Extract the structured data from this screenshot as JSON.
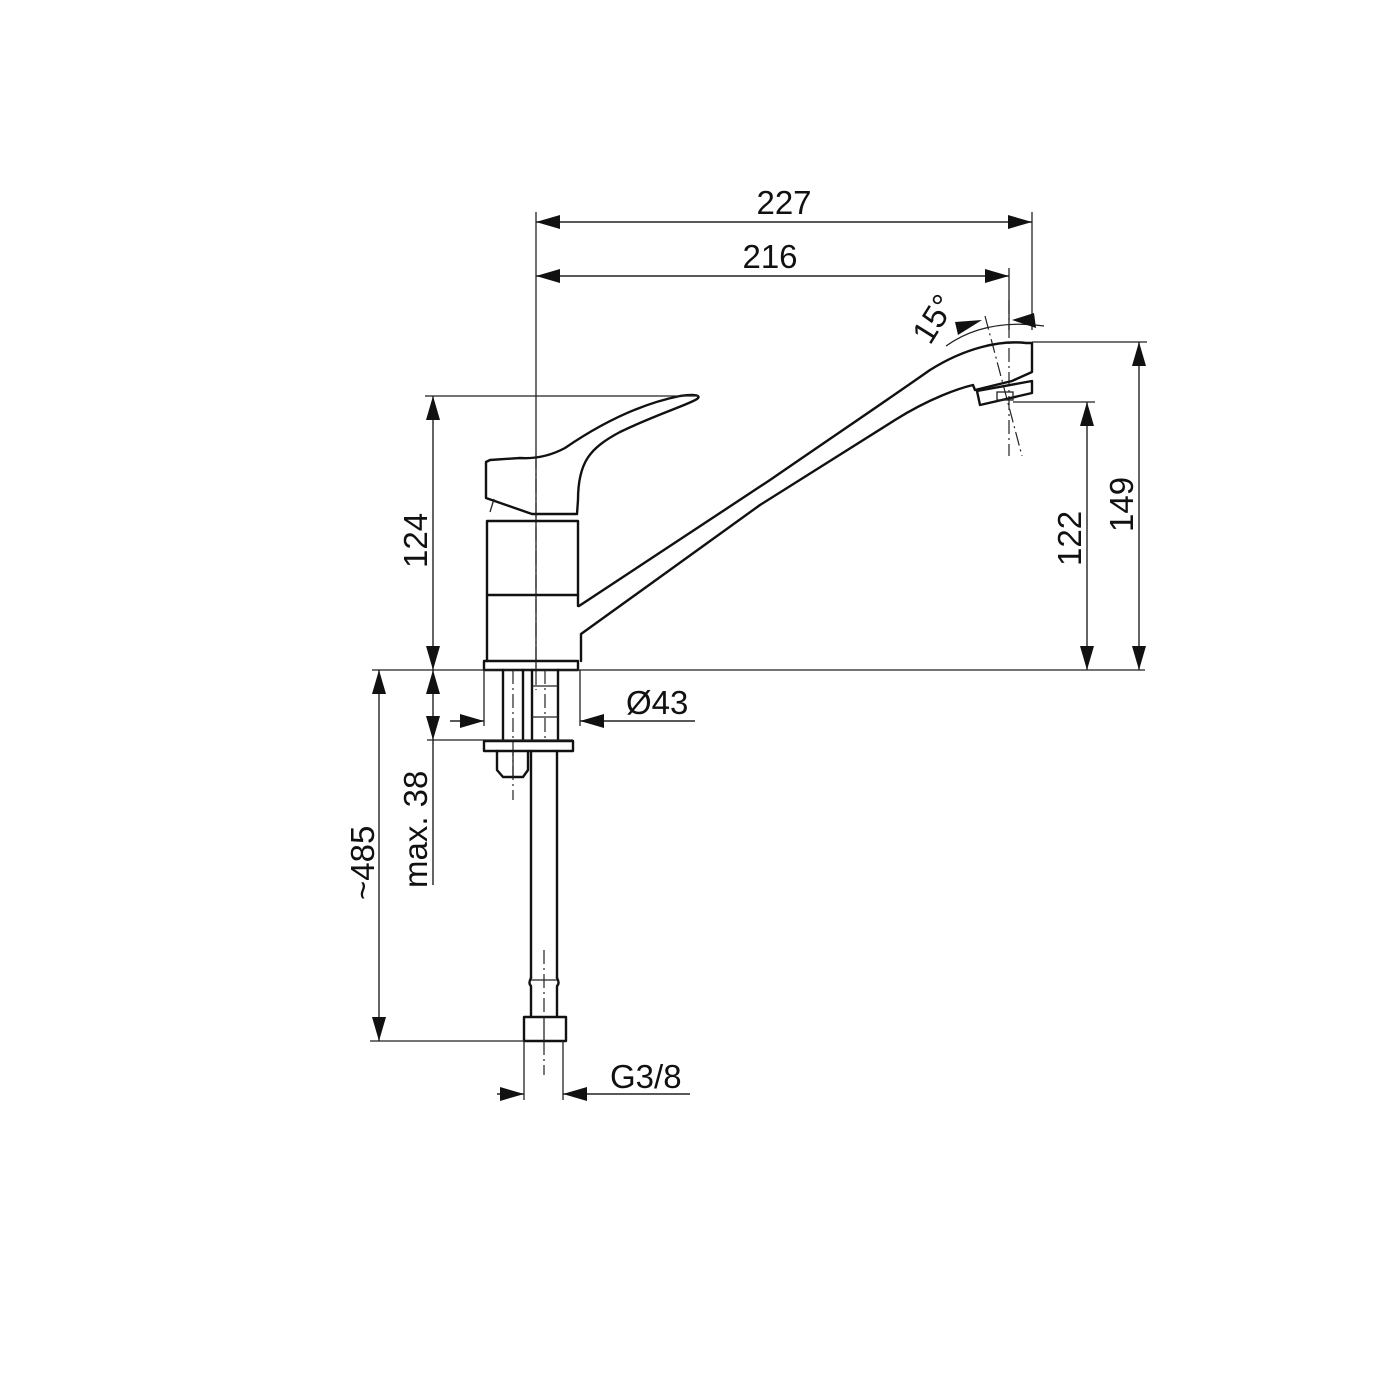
{
  "drawing": {
    "subject": "single-lever kitchen faucet technical drawing",
    "line_color": "#111111",
    "background": "#ffffff"
  },
  "dimensions": {
    "overall_reach": "227",
    "spout_reach": "216",
    "spout_angle": "15°",
    "body_height": "124",
    "outlet_height": "122",
    "overall_height": "149",
    "base_diameter": "Ø43",
    "max_deck_thickness": "max. 38",
    "hose_length": "~485",
    "connection_thread": "G3/8"
  }
}
